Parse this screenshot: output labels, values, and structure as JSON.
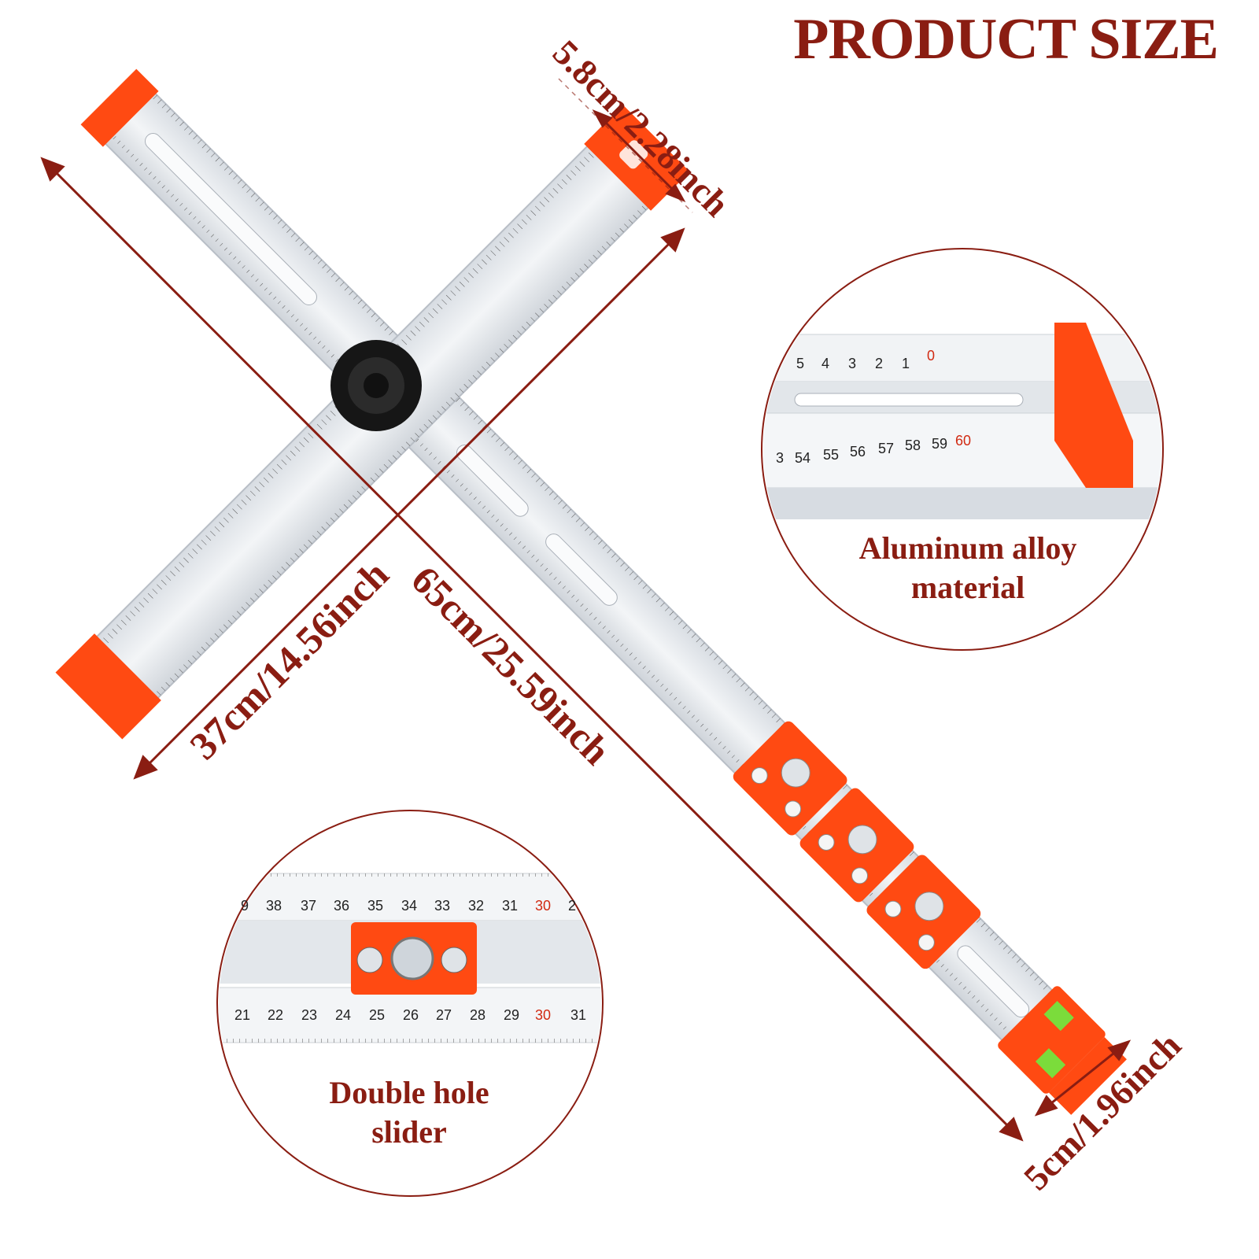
{
  "title": "PRODUCT SIZE",
  "dimensions": {
    "width_short": "5.8cm/2.28inch",
    "long_length": "65cm/25.59inch",
    "cross_length": "37cm/14.56inch",
    "width_long": "5cm/1.96inch"
  },
  "callouts": {
    "aluminum": {
      "line1": "Aluminum alloy",
      "line2": "material"
    },
    "slider": {
      "line1": "Double hole",
      "line2": "slider"
    }
  },
  "ruler_top_row": [
    "9",
    "38",
    "37",
    "36",
    "35",
    "34",
    "33",
    "32",
    "31",
    "30",
    "2"
  ],
  "ruler_bottom_row": [
    "21",
    "22",
    "23",
    "24",
    "25",
    "26",
    "27",
    "28",
    "29",
    "30",
    "31"
  ],
  "alu_top_row": [
    "5",
    "4",
    "3",
    "2",
    "1",
    "0"
  ],
  "alu_bottom_row": [
    "3",
    "54",
    "55",
    "56",
    "57",
    "58",
    "59",
    "60"
  ],
  "colors": {
    "accent_dark_red": "#8a1d12",
    "orange": "#ff4a12",
    "aluminum": "#e9ecef",
    "scale_red": "#d12a12"
  }
}
